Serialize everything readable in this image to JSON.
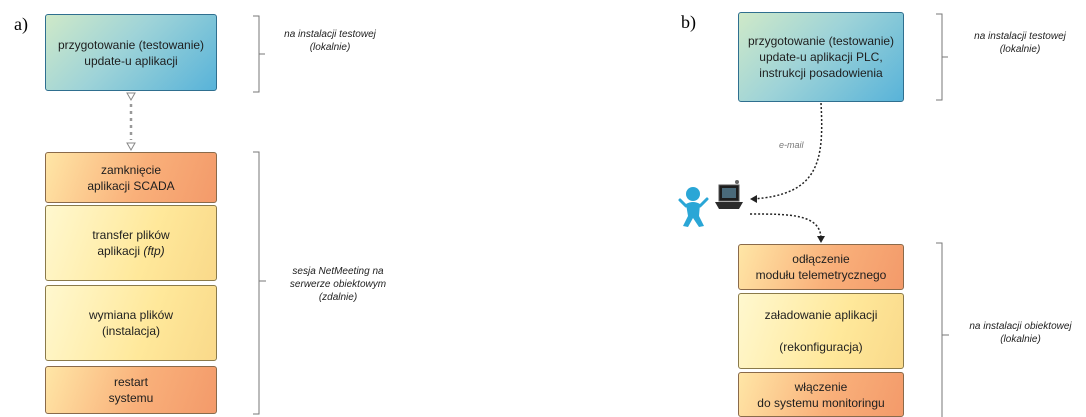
{
  "panel_a": {
    "label": "a)",
    "prep_box": "przygotowanie (testowanie)\nupdate-u aplikacji",
    "prep_note": "na instalacji testowej\n(lokalnie)",
    "steps": [
      {
        "html": "zamknięcie<br>aplikacji SCADA"
      },
      {
        "html": "transfer plików<br>aplikacji <i>(ftp)</i>"
      },
      {
        "html": "wymiana plików<br>(instalacja)"
      },
      {
        "html": "restart<br>systemu"
      }
    ],
    "session_note": "sesja NetMeeting na\nserwerze obiektowym\n(zdalnie)"
  },
  "panel_b": {
    "label": "b)",
    "prep_box": "przygotowanie (testowanie)\nupdate-u aplikacji PLC,\ninstrukcji posadowienia",
    "prep_note": "na instalacji testowej\n(lokalnie)",
    "email_label": "e-mail",
    "steps": [
      {
        "html": "odłączenie<br>modułu telemetrycznego"
      },
      {
        "html": "załadowanie aplikacji<br><br>(rekonfiguracja)"
      },
      {
        "html": "włączenie<br>do systemu monitoringu"
      }
    ],
    "site_note": "na instalacji obiektowej\n(lokalnie)"
  },
  "colors": {
    "blue_box": "#58b3d9",
    "yellow_box": "#ffe89a",
    "orange_box": "#f39a6a",
    "person": "#2aa6d6"
  },
  "icons": {
    "person": "person-icon",
    "computer": "laptop-icon"
  }
}
